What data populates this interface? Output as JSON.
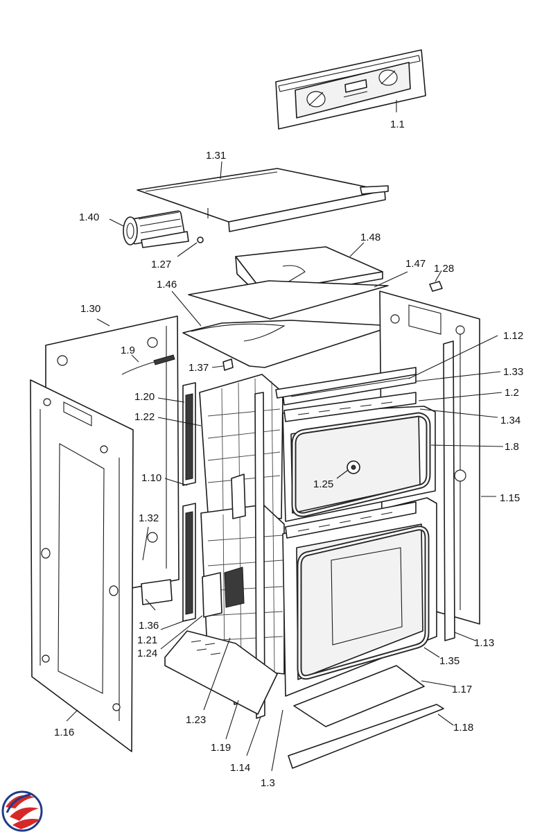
{
  "diagram": {
    "title": "Double oven cabinet — exploded parts view",
    "callouts": {
      "c1_1": "1.1",
      "c1_31": "1.31",
      "c1_40": "1.40",
      "c1_27": "1.27",
      "c1_48": "1.48",
      "c1_47": "1.47",
      "c1_28": "1.28",
      "c1_46": "1.46",
      "c1_30": "1.30",
      "c1_9": "1.9",
      "c1_37": "1.37",
      "c1_12": "1.12",
      "c1_33": "1.33",
      "c1_2": "1.2",
      "c1_34": "1.34",
      "c1_20": "1.20",
      "c1_22": "1.22",
      "c1_8": "1.8",
      "c1_10": "1.10",
      "c1_25": "1.25",
      "c1_15": "1.15",
      "c1_32": "1.32",
      "c1_36": "1.36",
      "c1_21": "1.21",
      "c1_24": "1.24",
      "c1_13": "1.13",
      "c1_35": "1.35",
      "c1_17": "1.17",
      "c1_18": "1.18",
      "c1_16": "1.16",
      "c1_23": "1.23",
      "c1_19": "1.19",
      "c1_14": "1.14",
      "c1_3": "1.3"
    },
    "logo": {
      "name": "brand-swirl-logo",
      "colors": [
        "#1f3a8a",
        "#d62828"
      ]
    }
  }
}
